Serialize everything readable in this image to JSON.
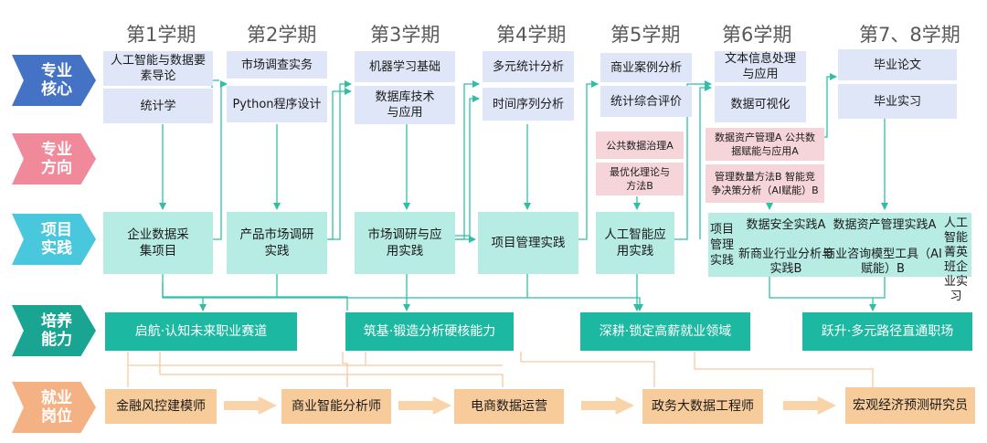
{
  "terms": [
    "第1学期",
    "第2学期",
    "第3学期",
    "第4学期",
    "第5学期",
    "第6学期",
    "第7、8学期"
  ],
  "categories": {
    "core": "专业核心",
    "direction": "专业方向",
    "project": "项目实践",
    "ability": "培养能力",
    "career": "就业岗位"
  },
  "core": {
    "t1_a": "人工智能与数据要素导论",
    "t1_b": "统计学",
    "t2_a": "市场调查实务",
    "t2_b": "Python程序设计",
    "t3_a": "机器学习基础",
    "t3_b": "数据库技术与应用",
    "t4_a": "多元统计分析",
    "t4_b": "时间序列分析",
    "t5_a": "商业案例分析",
    "t5_b": "统计综合评价",
    "t6_a": "文本信息处理与应用",
    "t6_b": "数据可视化",
    "t78_a": "毕业论文",
    "t78_b": "毕业实习"
  },
  "direction": {
    "t5_a": "公共数据治理A",
    "t5_b": "最优化理论与方法B",
    "t6_a": "数据资产管理A 公共数据赋能与应用A",
    "t6_b": "管理数量方法B 智能竞争决策分析（AI赋能）B"
  },
  "project": {
    "t1": "企业数据采集项目",
    "t2": "产品市场调研实践",
    "t3": "市场调研与应用实践",
    "t4": "项目管理实践",
    "t5": "人工智能应用实践",
    "t6_title": "项目管理实践",
    "t6_a": "数据安全实践A",
    "t6_b": "新商业行业分析与实践B",
    "t78_a": "数据资产管理实践A",
    "t78_b": "商业咨询模型工具（AI赋能）B",
    "t78_c": "人工智能菁英班企业实习"
  },
  "ability": [
    "启航·认知未来职业赛道",
    "筑基·锻造分析硬核能力",
    "深耕·锁定高薪就业领域",
    "跃升·多元路径直通职场"
  ],
  "career": [
    "金融风控建模师",
    "商业智能分析师",
    "电商数据运营",
    "政务大数据工程师",
    "宏观经济预测研究员"
  ],
  "colors": {
    "core": "#4472c4",
    "direction": "#f08a9a",
    "project": "#48c7dd",
    "ability": "#1aa592",
    "career": "#f4b183",
    "line": "#2fbfa6",
    "career_line": "#f6c9a0"
  }
}
